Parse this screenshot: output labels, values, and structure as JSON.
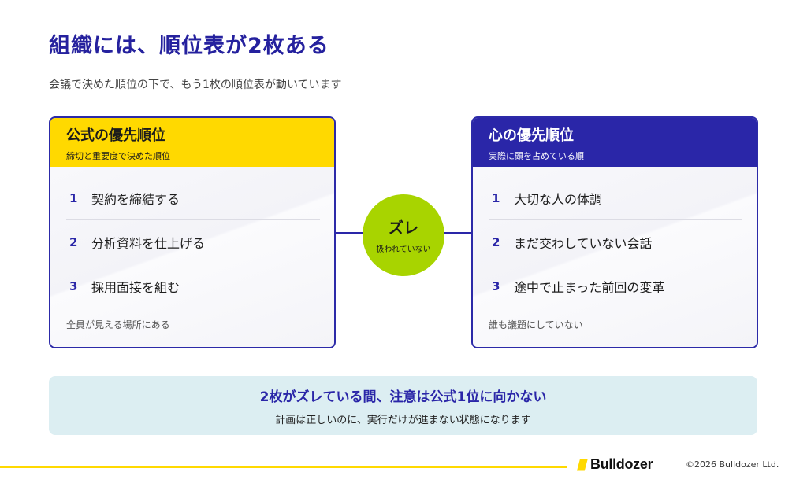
{
  "header": {
    "title": "組織には、順位表が2枚ある",
    "subtitle": "会議で決めた順位の下で、もう1枚の順位表が動いています"
  },
  "official": {
    "title": "公式の優先順位",
    "subtitle": "締切と重要度で決めた順位",
    "items": [
      {
        "num": "1",
        "text": "契約を締結する"
      },
      {
        "num": "2",
        "text": "分析資料を仕上げる"
      },
      {
        "num": "3",
        "text": "採用面接を組む"
      }
    ],
    "footer": "全員が見える場所にある"
  },
  "heart": {
    "title": "心の優先順位",
    "subtitle": "実際に頭を占めている順",
    "items": [
      {
        "num": "1",
        "text": "大切な人の体調"
      },
      {
        "num": "2",
        "text": "まだ交わしていない会話"
      },
      {
        "num": "3",
        "text": "途中で止まった前回の変革"
      }
    ],
    "footer": "誰も議題にしていない"
  },
  "gap": {
    "label": "ズレ",
    "sub": "扱われていない"
  },
  "banner": {
    "main": "2枚がズレている間、注意は公式1位に向かない",
    "sub": "計画は正しいのに、実行だけが進まない状態になります"
  },
  "footer": {
    "brand": "Bulldozer",
    "copyright": "©2026 Bulldozer Ltd."
  },
  "colors": {
    "accent_blue": "#2a26a8",
    "accent_yellow": "#ffd900",
    "accent_green": "#a8d400",
    "banner_bg": "#dceef2"
  }
}
